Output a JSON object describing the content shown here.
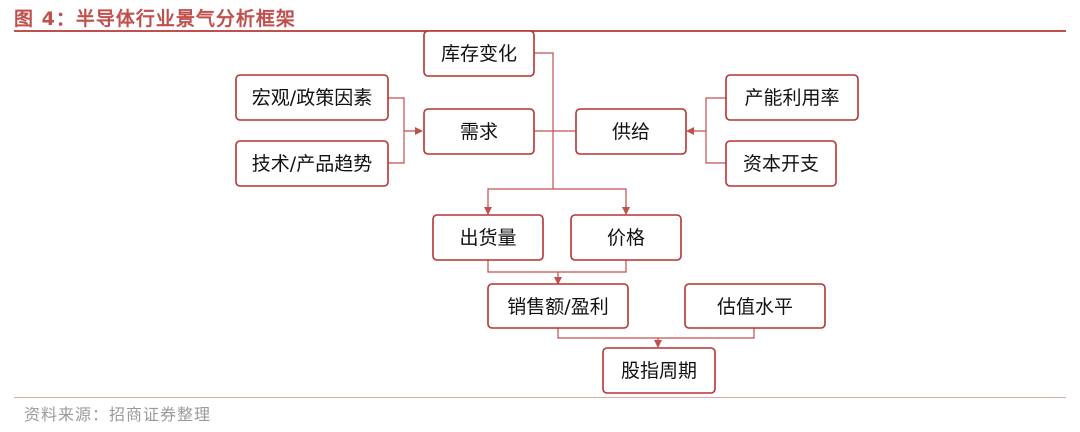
{
  "title": "图 4：半导体行业景气分析框架",
  "source": "资料来源：招商证券整理",
  "nodes": {
    "inventory": "库存变化",
    "macro": "宏观/政策因素",
    "demand": "需求",
    "tech": "技术/产品趋势",
    "supply": "供给",
    "utilization": "产能利用率",
    "capex": "资本开支",
    "shipment": "出货量",
    "price": "价格",
    "sales": "销售额/盈利",
    "valuation": "估值水平",
    "stock_cycle": "股指周期"
  },
  "colors": {
    "accent": "#c0504d",
    "box_border": "#b83232"
  }
}
